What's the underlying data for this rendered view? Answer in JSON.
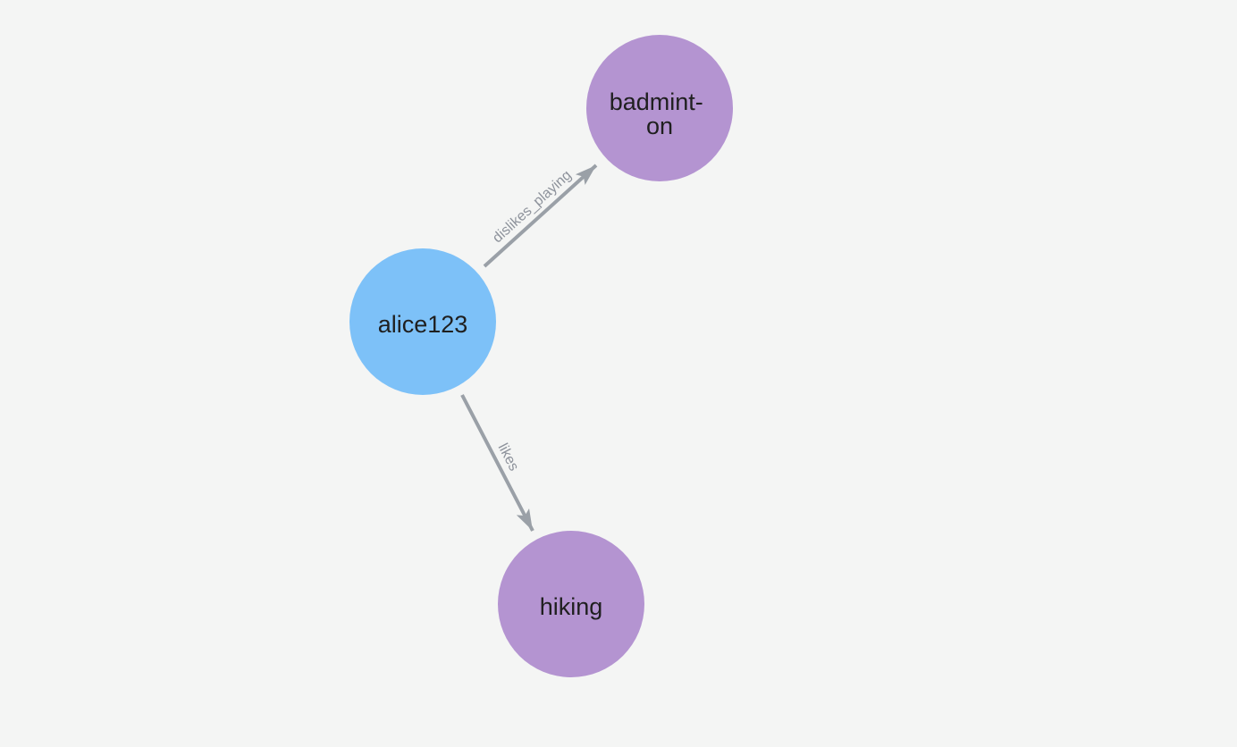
{
  "graph": {
    "background_color": "#f4f5f4",
    "node_label_color": "#1f1f1f",
    "edge_color": "#9aa0a7",
    "edge_label_color": "#8d929b",
    "nodes": [
      {
        "label": "alice123",
        "color": "#7dc1f8"
      },
      {
        "label": "badminton",
        "display_lines": [
          "badmint-",
          "on"
        ],
        "color": "#b494d1"
      },
      {
        "label": "hiking",
        "color": "#b494d1"
      }
    ],
    "edges": [
      {
        "from": "alice123",
        "to": "badminton",
        "label": "dislikes_playing"
      },
      {
        "from": "alice123",
        "to": "hiking",
        "label": "likes"
      }
    ]
  }
}
